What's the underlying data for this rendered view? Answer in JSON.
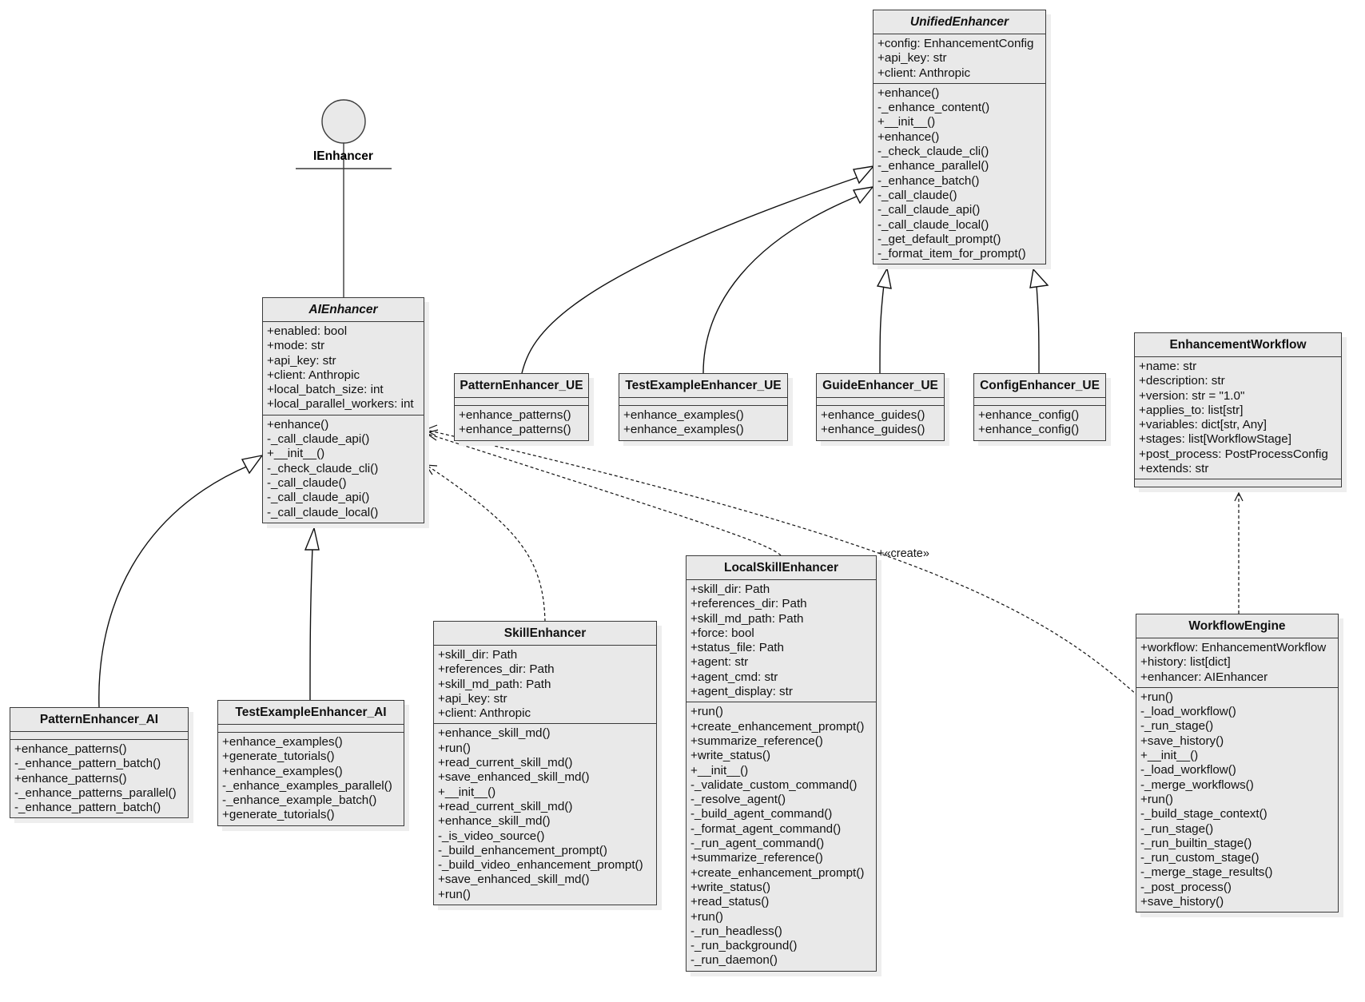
{
  "interface": {
    "name": "IEnhancer"
  },
  "classes": {
    "unified": {
      "name": "UnifiedEnhancer",
      "abstract": true,
      "attrs": [
        "+config: EnhancementConfig",
        "+api_key: str",
        "+client: Anthropic"
      ],
      "methods": [
        "+enhance()",
        "-_enhance_content()",
        "+__init__()",
        "+enhance()",
        "-_check_claude_cli()",
        "-_enhance_parallel()",
        "-_enhance_batch()",
        "-_call_claude()",
        "-_call_claude_api()",
        "-_call_claude_local()",
        "-_get_default_prompt()",
        "-_format_item_for_prompt()"
      ]
    },
    "ai": {
      "name": "AIEnhancer",
      "abstract": true,
      "attrs": [
        "+enabled: bool",
        "+mode: str",
        "+api_key: str",
        "+client: Anthropic",
        "+local_batch_size: int",
        "+local_parallel_workers: int"
      ],
      "methods": [
        "+enhance()",
        "-_call_claude_api()",
        "+__init__()",
        "-_check_claude_cli()",
        "-_call_claude()",
        "-_call_claude_api()",
        "-_call_claude_local()"
      ]
    },
    "pattern_ue": {
      "name": "PatternEnhancer_UE",
      "attrs": [],
      "methods": [
        "+enhance_patterns()",
        "+enhance_patterns()"
      ]
    },
    "test_ue": {
      "name": "TestExampleEnhancer_UE",
      "attrs": [],
      "methods": [
        "+enhance_examples()",
        "+enhance_examples()"
      ]
    },
    "guide_ue": {
      "name": "GuideEnhancer_UE",
      "attrs": [],
      "methods": [
        "+enhance_guides()",
        "+enhance_guides()"
      ]
    },
    "config_ue": {
      "name": "ConfigEnhancer_UE",
      "attrs": [],
      "methods": [
        "+enhance_config()",
        "+enhance_config()"
      ]
    },
    "workflow": {
      "name": "EnhancementWorkflow",
      "attrs": [
        "+name: str",
        "+description: str",
        "+version: str = \"1.0\"",
        "+applies_to: list[str]",
        "+variables: dict[str, Any]",
        "+stages: list[WorkflowStage]",
        "+post_process: PostProcessConfig",
        "+extends: str"
      ],
      "methods": []
    },
    "pattern_ai": {
      "name": "PatternEnhancer_AI",
      "attrs": [],
      "methods": [
        "+enhance_patterns()",
        "-_enhance_pattern_batch()",
        "+enhance_patterns()",
        "-_enhance_patterns_parallel()",
        "-_enhance_pattern_batch()"
      ]
    },
    "test_ai": {
      "name": "TestExampleEnhancer_AI",
      "attrs": [],
      "methods": [
        "+enhance_examples()",
        "+generate_tutorials()",
        "+enhance_examples()",
        "-_enhance_examples_parallel()",
        "-_enhance_example_batch()",
        "+generate_tutorials()"
      ]
    },
    "skill": {
      "name": "SkillEnhancer",
      "attrs": [
        "+skill_dir: Path",
        "+references_dir: Path",
        "+skill_md_path: Path",
        "+api_key: str",
        "+client: Anthropic"
      ],
      "methods": [
        "+enhance_skill_md()",
        "+run()",
        "+read_current_skill_md()",
        "+save_enhanced_skill_md()",
        "+__init__()",
        "+read_current_skill_md()",
        "+enhance_skill_md()",
        "-_is_video_source()",
        "-_build_enhancement_prompt()",
        "-_build_video_enhancement_prompt()",
        "+save_enhanced_skill_md()",
        "+run()"
      ]
    },
    "local": {
      "name": "LocalSkillEnhancer",
      "attrs": [
        "+skill_dir: Path",
        "+references_dir: Path",
        "+skill_md_path: Path",
        "+force: bool",
        "+status_file: Path",
        "+agent: str",
        "+agent_cmd: str",
        "+agent_display: str"
      ],
      "methods": [
        "+run()",
        "+create_enhancement_prompt()",
        "+summarize_reference()",
        "+write_status()",
        "+__init__()",
        "-_validate_custom_command()",
        "-_resolve_agent()",
        "-_build_agent_command()",
        "-_format_agent_command()",
        "-_run_agent_command()",
        "+summarize_reference()",
        "+create_enhancement_prompt()",
        "+write_status()",
        "+read_status()",
        "+run()",
        "-_run_headless()",
        "-_run_background()",
        "-_run_daemon()"
      ]
    },
    "engine": {
      "name": "WorkflowEngine",
      "attrs": [
        "+workflow: EnhancementWorkflow",
        "+history: list[dict]",
        "+enhancer: AIEnhancer"
      ],
      "methods": [
        "+run()",
        "-_load_workflow()",
        "-_run_stage()",
        "+save_history()",
        "+__init__()",
        "-_load_workflow()",
        "-_merge_workflows()",
        "+run()",
        "-_build_stage_context()",
        "-_run_stage()",
        "-_run_builtin_stage()",
        "-_run_custom_stage()",
        "-_merge_stage_results()",
        "-_post_process()",
        "+save_history()"
      ]
    }
  },
  "edge_labels": {
    "create": "+«create»"
  },
  "colors": {
    "box_fill": "#e9e9e9",
    "stroke": "#3a3a3a"
  }
}
